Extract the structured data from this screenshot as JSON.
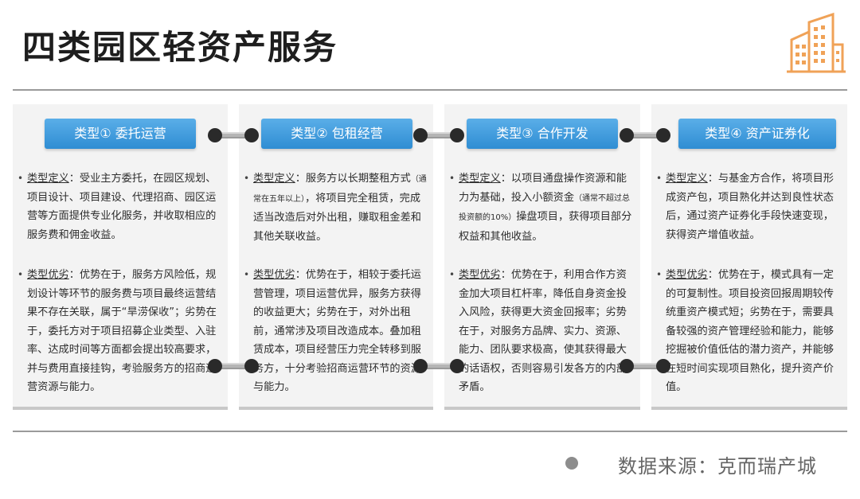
{
  "title": "四类园区轻资产服务",
  "cards": [
    {
      "heading": "类型① 委托运营",
      "def_label": "类型定义",
      "def_text": "：受业主方委托，在园区规划、项目设计、项目建设、代理招商、园区运营等方面提供专业化服务，并收取相应的服务费和佣金收益。",
      "adv_label": "类型优劣",
      "adv_text": "：优势在于，服务方风险低，规划设计等环节的服务费与项目最终运营结果不存在关联，属于“旱涝保收”；劣势在于，委托方对于项目招募企业类型、入驻率、达成时间等方面都会提出较高要求，并与费用直接挂钩，考验服务方的招商运营资源与能力。"
    },
    {
      "heading": "类型② 包租经营",
      "def_label": "类型定义",
      "def_text_1": "：服务方以长期整租方式",
      "def_small": "（通常在五年以上）",
      "def_text_2": "，将项目完全租赁，完成适当改造后对外出租，赚取租金差和其他关联收益。",
      "adv_label": "类型优劣",
      "adv_text": "：优势在于，相较于委托运营管理，项目运营优异，服务方获得的收益更大；劣势在于，对外出租前，通常涉及项目改造成本。叠加租赁成本，项目经营压力完全转移到服务方，十分考验招商运营环节的资源与能力。"
    },
    {
      "heading": "类型③ 合作开发",
      "def_label": "类型定义",
      "def_text_1": "：以项目通盘操作资源和能力为基础，投入小额资金",
      "def_small": "（通常不超过总投资额的10%）",
      "def_text_2": "操盘项目，获得项目部分权益和其他收益。",
      "adv_label": "类型优劣",
      "adv_text": "：优势在于，利用合作方资金加大项目杠杆率，降低自身资金投入风险，获得更大资金回报率；劣势在于，对服务方品牌、实力、资源、能力、团队要求极高，使其获得最大的话语权，否则容易引发各方的内部矛盾。"
    },
    {
      "heading": "类型④ 资产证券化",
      "def_label": "类型定义",
      "def_text": "：与基金方合作，将项目形成资产包，项目熟化并达到良性状态后，通过资产证券化手段快速变现，获得资产增值收益。",
      "adv_label": "类型优劣",
      "adv_text": "：优势在于，模式具有一定的可复制性。项目投资回报周期较传统重资产模式短；劣势在于，需要具备较强的资产管理经验和能力，能够挖掘被价值低估的潜力资产，并能够在短时间实现项目熟化，提升资产价值。"
    }
  ],
  "source": "数据来源：克而瑞产城",
  "colors": {
    "heading_blue": "#3a97dc",
    "card_bg": "#f3f3f3",
    "logo_orange": "#f0a257"
  },
  "icons": [
    "city-buildings-icon",
    "bullet-dot-icon",
    "connector-icon",
    "source-dot-icon"
  ]
}
